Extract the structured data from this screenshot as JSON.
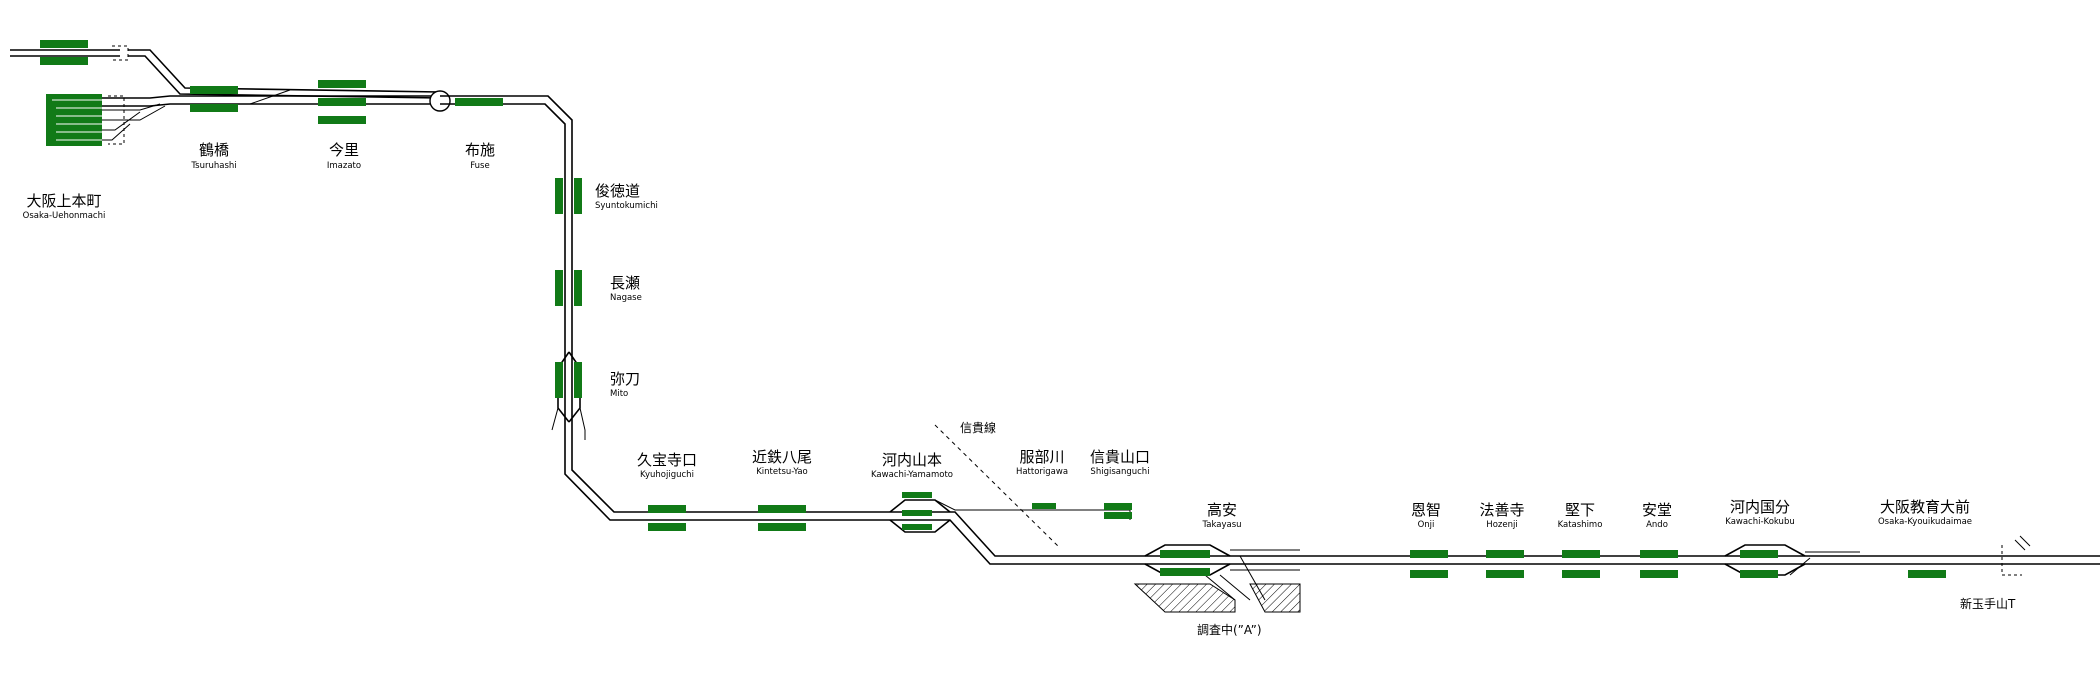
{
  "colors": {
    "platform": "#117a17",
    "track": "#000000",
    "background": "#ffffff"
  },
  "stations": [
    {
      "id": "osaka-uehonmachi",
      "name_ja": "大阪上本町",
      "name_en": "Osaka-Uehonmachi"
    },
    {
      "id": "tsuruhashi",
      "name_ja": "鶴橋",
      "name_en": "Tsuruhashi"
    },
    {
      "id": "imazato",
      "name_ja": "今里",
      "name_en": "Imazato"
    },
    {
      "id": "fuse",
      "name_ja": "布施",
      "name_en": "Fuse"
    },
    {
      "id": "syuntokumichi",
      "name_ja": "俊徳道",
      "name_en": "Syuntokumichi"
    },
    {
      "id": "nagase",
      "name_ja": "長瀬",
      "name_en": "Nagase"
    },
    {
      "id": "mito",
      "name_ja": "弥刀",
      "name_en": "Mito"
    },
    {
      "id": "kyuhojiguchi",
      "name_ja": "久宝寺口",
      "name_en": "Kyuhojiguchi"
    },
    {
      "id": "kintetsu-yao",
      "name_ja": "近鉄八尾",
      "name_en": "Kintetsu-Yao"
    },
    {
      "id": "kawachi-yamamoto",
      "name_ja": "河内山本",
      "name_en": "Kawachi-Yamamoto"
    },
    {
      "id": "hattorigawa",
      "name_ja": "服部川",
      "name_en": "Hattorigawa"
    },
    {
      "id": "shigisanguchi",
      "name_ja": "信貴山口",
      "name_en": "Shigisanguchi"
    },
    {
      "id": "takayasu",
      "name_ja": "高安",
      "name_en": "Takayasu"
    },
    {
      "id": "onji",
      "name_ja": "恩智",
      "name_en": "Onji"
    },
    {
      "id": "hozenji",
      "name_ja": "法善寺",
      "name_en": "Hozenji"
    },
    {
      "id": "katashimo",
      "name_ja": "堅下",
      "name_en": "Katashimo"
    },
    {
      "id": "ando",
      "name_ja": "安堂",
      "name_en": "Ando"
    },
    {
      "id": "kawachi-kokubu",
      "name_ja": "河内国分",
      "name_en": "Kawachi-Kokubu"
    },
    {
      "id": "osaka-kyoikudaimae",
      "name_ja": "大阪教育大前",
      "name_en": "Osaka-Kyouikudaimae"
    }
  ],
  "labels": {
    "shigi_line": "信貴線",
    "depot": "調査中(”A”)",
    "shin_tamateyama": "新玉手山T"
  }
}
